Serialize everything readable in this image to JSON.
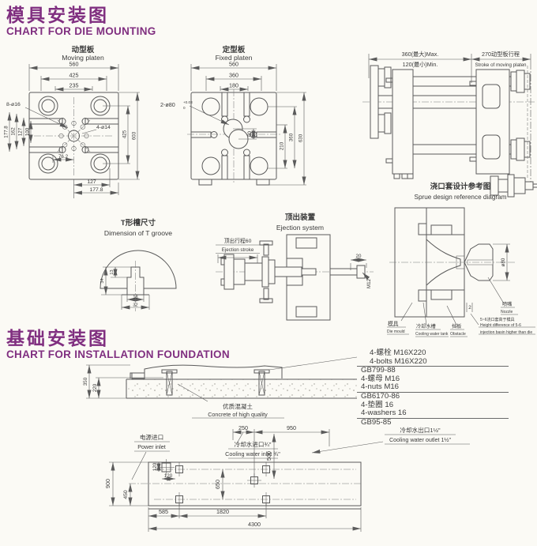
{
  "colors": {
    "accent": "#802f80",
    "line": "#5b5b5b",
    "ink": "#3a3a3a",
    "bg": "#fbfaf5"
  },
  "sec1": {
    "zh": "模具安装图",
    "en": "CHART FOR DIE MOUNTING"
  },
  "sec2": {
    "zh": "基础安装图",
    "en": "CHART FOR INSTALLATION FOUNDATION"
  },
  "mp": {
    "zh": "动型板",
    "en": "Moving platen",
    "t560": "560",
    "t425": "425",
    "t235": "235",
    "l177": "177.8",
    "l162": "162",
    "l127": "127",
    "l100": "100",
    "b76": "76.2",
    "b127": "127",
    "b177": "177.8",
    "r425": "425",
    "r603": "603",
    "h16": "8-ø16",
    "h14": "4-ø14"
  },
  "fp": {
    "zh": "定型板",
    "en": "Fixed platen",
    "t560": "560",
    "t360": "360",
    "t180": "180",
    "c60": "60",
    "r210": "210",
    "r360": "360",
    "r630": "630",
    "bore": "2-ø80",
    "tolhi": "+0.03",
    "tollo": "0"
  },
  "sv": {
    "max360": "360(最大)Max.",
    "min120": "120(最小)Min.",
    "strokezh": "270动型板行程",
    "strokeen": "Stroke of moving platen"
  },
  "tg": {
    "zh": "T形槽尺寸",
    "en": "Dimension of T groove",
    "d13": "13",
    "d34": "34",
    "d18": "18",
    "d32": "32"
  },
  "ej": {
    "zh": "顶出装置",
    "en": "Ejection system",
    "strokezh": "顶出行程60",
    "strokeen": "Ejection stroke",
    "d20": "20",
    "m12": "M12"
  },
  "sp": {
    "zh": "浇口套设计参考图",
    "en": "Sprue design reference diagram",
    "diezh": "模具",
    "dieen": "Die mould",
    "tankzh": "冷却水槽",
    "tanken": "Cooling water tank",
    "obszh": "挡板",
    "obsen": "Obstacle",
    "nozzh": "喷嘴",
    "nozen": "Nozzle",
    "dia": "ø80",
    "gap": "2",
    "notezh": "5~6浇口套高于模具",
    "noteen1": "Height difference of 5-6",
    "noteen2": "injection basin higher than die"
  },
  "fd": {
    "d350": "350",
    "d220": "220",
    "concretezh": "优质混凝土",
    "concreteen": "Concrete of high quality",
    "specs": [
      "4-螺栓 M16X220",
      "4-bolts M16X220",
      "GB799-88",
      "4-螺母 M16",
      "4-nuts M16",
      "GB6170-86",
      "4-垫圈 16",
      "4-washers 16",
      "GB95-85"
    ]
  },
  "pl": {
    "powerzh": "电源进口",
    "poweren": "Power inlet",
    "inletzh": "冷却水进口¾\"",
    "inleten": "Cooling water inlet ¾\"",
    "outletzh": "冷却水出口1½\"",
    "outleten": "Cooling water outlet 1½\"",
    "d250": "250",
    "d950": "950",
    "d500": "500",
    "d120a": "120",
    "d120b": "120",
    "d650": "650",
    "d900": "900",
    "d450": "450",
    "d585": "585",
    "d1820": "1820",
    "d4300": "4300"
  }
}
